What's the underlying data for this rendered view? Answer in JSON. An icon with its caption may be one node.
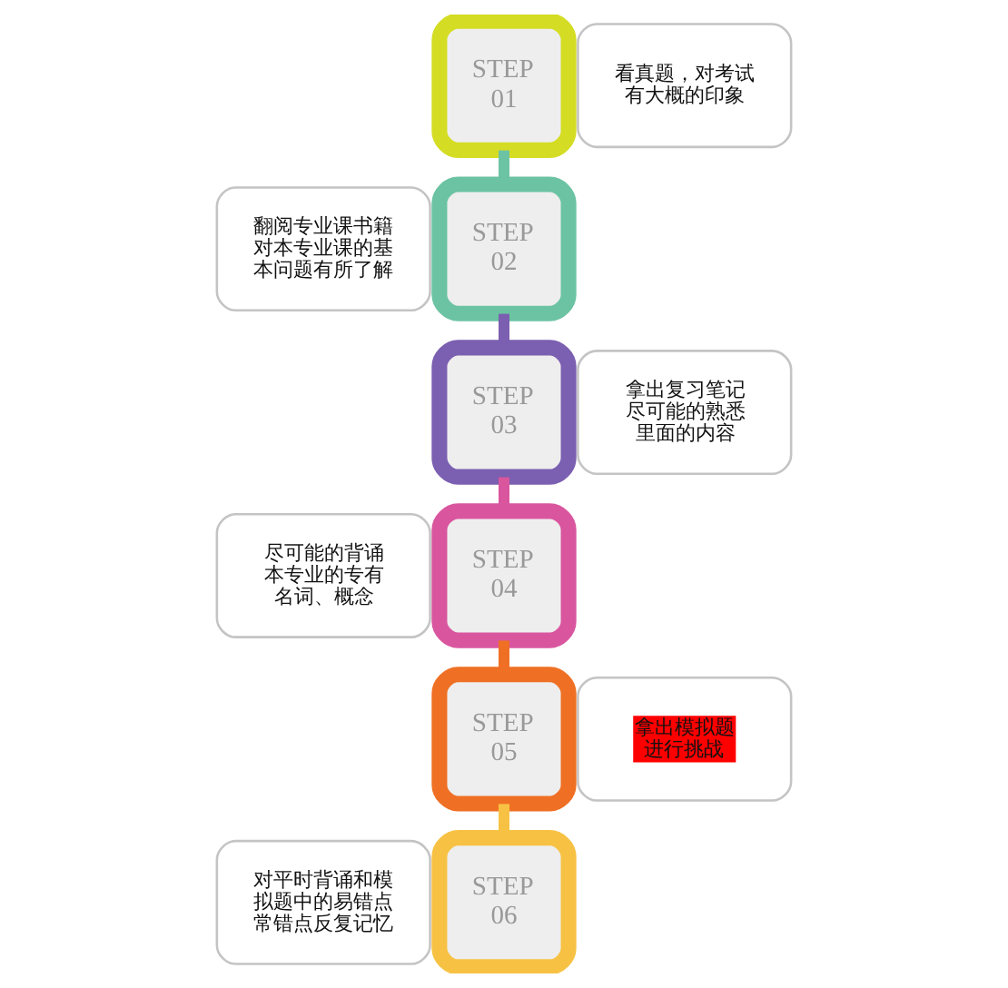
{
  "diagram": {
    "nodes": [
      {
        "text": [
          "STEP 01"
        ]
      },
      {
        "text": [
          "看真题，对考试有大概的印象"
        ]
      },
      {
        "text": [
          "翻阅专业课书籍对本专业课的基本问题有所了解"
        ]
      },
      {
        "text": [
          "STEP 02"
        ]
      },
      {
        "text": [
          "STEP 03"
        ]
      },
      {
        "text": [
          "拿出复习笔记尽可能的熟悉里面的内容"
        ]
      },
      {
        "text": [
          "尽可能的背诵本专业的专有名词、概念"
        ]
      },
      {
        "text": [
          "STEP 04"
        ]
      },
      {
        "text": [
          "STEP 05"
        ]
      },
      {
        "text": [
          "拿出模拟题进行挑战"
        ]
      },
      {
        "text": [
          "对平时背诵和模拟题中的易错点常错点反复记忆"
        ]
      },
      {
        "text": [
          "STEP 06"
        ]
      }
    ],
    "edges": [
      {
        "from": 0,
        "to": 3,
        "arrow": "none",
        "color": "#6cc3a3"
      },
      {
        "from": 3,
        "to": 4,
        "arrow": "none",
        "color": "#7b5fb0"
      },
      {
        "from": 4,
        "to": 7,
        "arrow": "none",
        "color": "#d9569f"
      },
      {
        "from": 7,
        "to": 8,
        "arrow": "none",
        "color": "#ef7024"
      },
      {
        "from": 8,
        "to": 11,
        "arrow": "none",
        "color": "#f7c244"
      }
    ]
  }
}
